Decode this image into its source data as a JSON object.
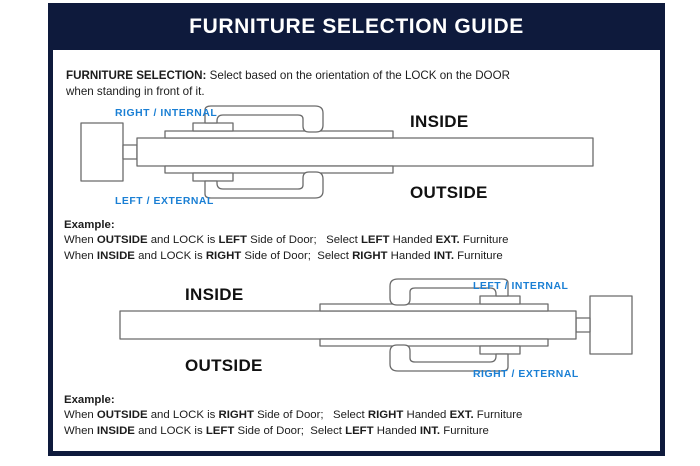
{
  "header": {
    "title": "FURNITURE SELECTION GUIDE",
    "background_color": "#0e1a3c",
    "text_color": "#ffffff"
  },
  "colors": {
    "frame_navy": "#0e1a3c",
    "accent_blue": "#1a7fd4",
    "body_text": "#1c1c1c",
    "line_stroke": "#6b6b6b",
    "page_background": "#ffffff"
  },
  "intro": {
    "lead": "FURNITURE SELECTION:",
    "text": " Select based on the orientation of the LOCK on the DOOR",
    "line2": "when standing in front of it."
  },
  "diagram_one": {
    "label_top_blue": "RIGHT / INTERNAL",
    "label_bottom_blue": "LEFT / EXTERNAL",
    "label_top_black": "INSIDE",
    "label_bottom_black": "OUTSIDE",
    "lock_side": "left",
    "orientation": "lock-box-on-left"
  },
  "example_one": {
    "title": "Example:",
    "line1_prefix": "When ",
    "line1_b1": "OUTSIDE",
    "line1_mid1": " and LOCK is ",
    "line1_b2": "LEFT",
    "line1_mid2": " Side of Door;   Select ",
    "line1_b3": "LEFT",
    "line1_mid3": " Handed ",
    "line1_b4": "EXT.",
    "line1_suffix": " Furniture",
    "line2_prefix": "When ",
    "line2_b1": "INSIDE",
    "line2_mid1": " and LOCK is ",
    "line2_b2": "RIGHT",
    "line2_mid2": " Side of Door;  Select ",
    "line2_b3": "RIGHT",
    "line2_mid3": " Handed ",
    "line2_b4": "INT.",
    "line2_suffix": " Furniture"
  },
  "diagram_two": {
    "label_top_blue": "LEFT / INTERNAL",
    "label_bottom_blue": "RIGHT / EXTERNAL",
    "label_top_black": "INSIDE",
    "label_bottom_black": "OUTSIDE",
    "lock_side": "right",
    "orientation": "lock-box-on-right"
  },
  "example_two": {
    "title": "Example:",
    "line1_prefix": "When ",
    "line1_b1": "OUTSIDE",
    "line1_mid1": " and LOCK is ",
    "line1_b2": "RIGHT",
    "line1_mid2": " Side of Door;   Select ",
    "line1_b3": "RIGHT",
    "line1_mid3": " Handed ",
    "line1_b4": "EXT.",
    "line1_suffix": " Furniture",
    "line2_prefix": "When ",
    "line2_b1": "INSIDE",
    "line2_mid1": " and LOCK is ",
    "line2_b2": "LEFT",
    "line2_mid2": " Side of Door;  Select ",
    "line2_b3": "LEFT",
    "line2_mid3": " Handed ",
    "line2_b4": "INT.",
    "line2_suffix": " Furniture"
  }
}
